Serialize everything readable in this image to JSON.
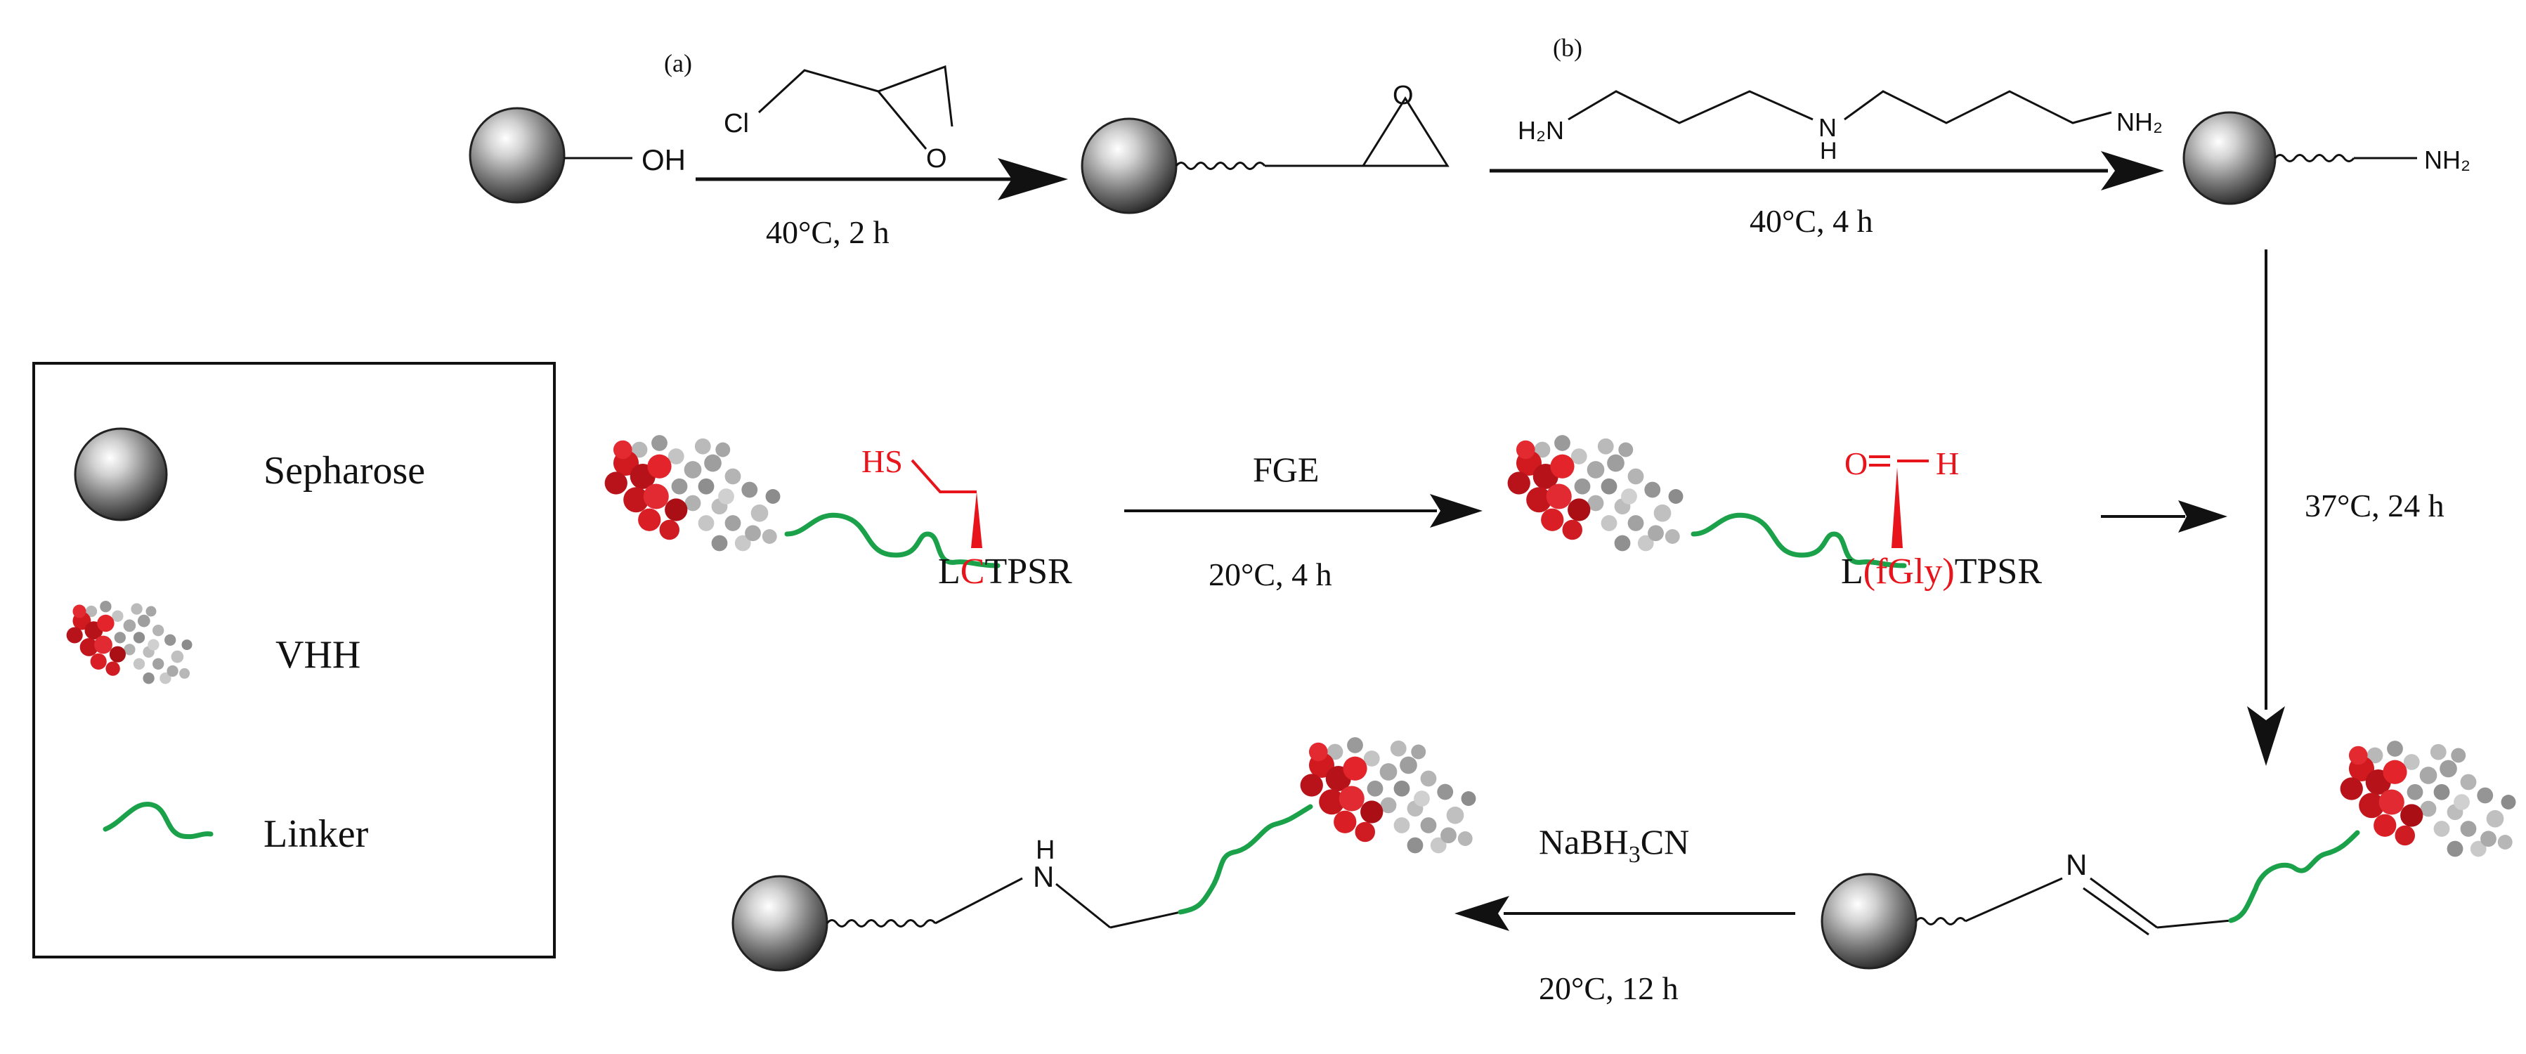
{
  "step_a": {
    "label": "(a)",
    "reactant_cl": "Cl",
    "reactant_o": "O",
    "bead_group": "OH",
    "conditions": "40°C,  2 h"
  },
  "step_b": {
    "label": "(b)",
    "epoxide_o": "O",
    "amine_left": "H₂N",
    "amine_mid_n": "N",
    "amine_mid_h": "H",
    "amine_right": "NH₂",
    "conditions": "40°C,  4 h"
  },
  "amine_bead_group": "NH₂",
  "legend": {
    "items": [
      {
        "label": "Sepharose"
      },
      {
        "label": "VHH"
      },
      {
        "label": "Linker"
      }
    ]
  },
  "fge_step": {
    "thiol_label": "HS",
    "seq_prefix": "L",
    "seq_mod": "C",
    "seq_suffix": "TPSR",
    "enzyme": "FGE",
    "conditions": "20°C,  4 h"
  },
  "aldehyde_product": {
    "o_label": "O",
    "h_label": "H",
    "seq_prefix": "L",
    "seq_mod": "(fGly)",
    "seq_suffix": "TPSR"
  },
  "coupling": {
    "conditions": "37°C,  24 h"
  },
  "imine": {
    "n_label": "N"
  },
  "reduction": {
    "reagent_prefix": "NaBH",
    "reagent_sub": "3",
    "reagent_suffix": "CN",
    "conditions": "20°C,  12 h"
  },
  "final_product": {
    "h_label": "H",
    "n_label": "N"
  },
  "colors": {
    "highlight": "#e8141b",
    "linker": "#1aa14a",
    "ink": "#111111"
  }
}
